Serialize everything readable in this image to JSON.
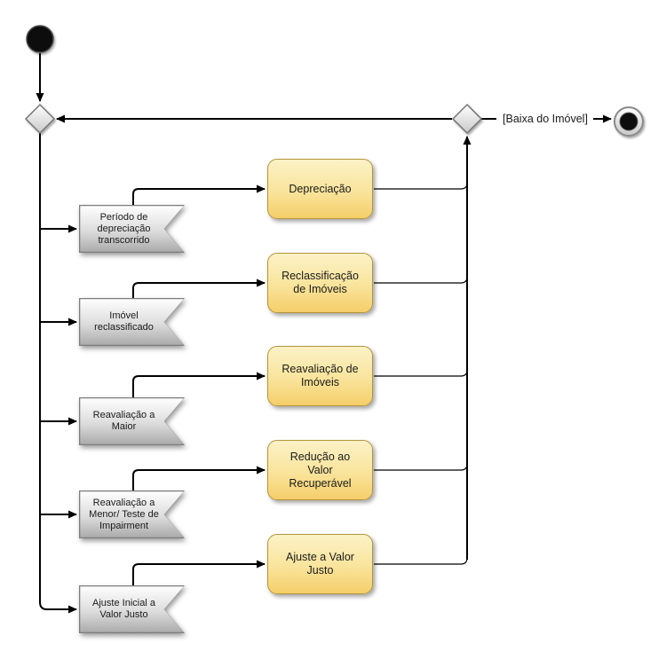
{
  "edge_label": "[Baixa do Imóvel]",
  "activities": [
    {
      "label": "Depreciação"
    },
    {
      "label": "Reclassificação de Imóveis"
    },
    {
      "label": "Reavaliação de Imóveis"
    },
    {
      "label": "Redução ao Valor Recuperável"
    },
    {
      "label": "Ajuste a Valor Justo"
    }
  ],
  "signals": [
    {
      "label": "Período de depreciação transcorrido"
    },
    {
      "label": "Imóvel reclassificado"
    },
    {
      "label": "Reavaliação a Maior"
    },
    {
      "label": "Reavaliação a Menor/ Teste de Impairment"
    },
    {
      "label": "Ajuste Inicial a Valor Justo"
    }
  ],
  "colors": {
    "activity_fill_top": "#FCF2C7",
    "activity_fill_bottom": "#F5CE6A",
    "activity_border": "#B49539",
    "signal_fill_top": "#FEFEFE",
    "signal_fill_bottom": "#ABABAB",
    "signal_border": "#7D7D7D",
    "node_fill": "#0D0D0D",
    "line": "#000000"
  }
}
